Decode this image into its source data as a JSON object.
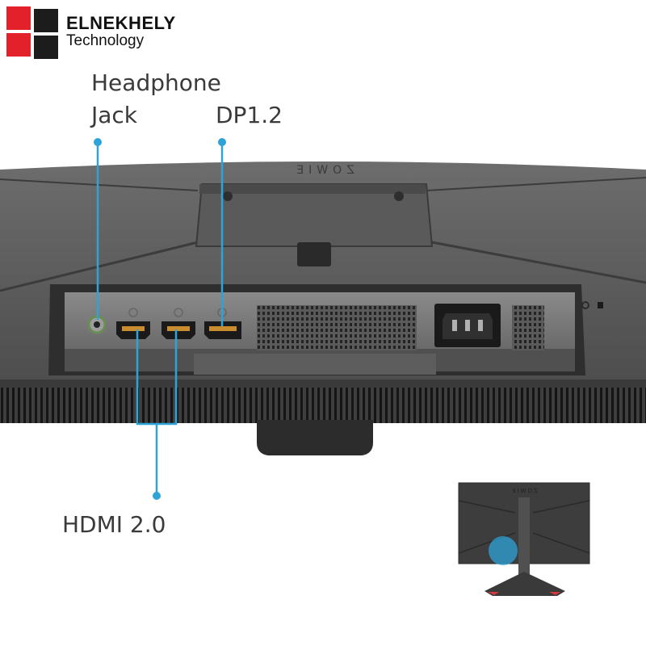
{
  "brand": {
    "name": "ELNEKHELY",
    "subtitle": "Technology",
    "logo_colors": [
      "#e2212b",
      "#1c1c1c"
    ]
  },
  "monitor": {
    "rear_logo": "ZOWIE",
    "accent_color": "#2ea3d8"
  },
  "callouts": {
    "headphone": "Headphone\nJack",
    "dp": "DP1.2",
    "hdmi": "HDMI 2.0"
  },
  "ports": [
    {
      "name": "headphone-jack",
      "icon": "audio-jack-icon"
    },
    {
      "name": "hdmi-1",
      "icon": "hdmi-port-icon"
    },
    {
      "name": "hdmi-2",
      "icon": "hdmi-port-icon"
    },
    {
      "name": "displayport",
      "icon": "displayport-icon"
    },
    {
      "name": "power",
      "icon": "ac-power-socket-icon"
    }
  ]
}
